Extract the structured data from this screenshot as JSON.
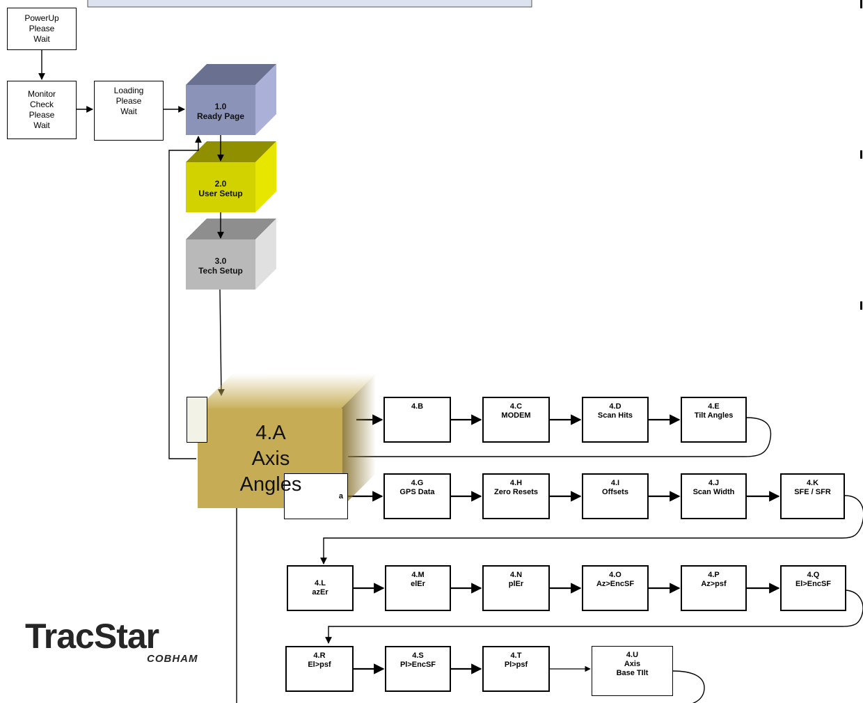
{
  "boot": {
    "powerup": "PowerUp\nPlease\nWait",
    "monitor": "Monitor\nCheck\nPlease\nWait",
    "loading": "Loading\nPlease\nWait"
  },
  "cubes": {
    "ready": "1.0\nReady Page",
    "user": "2.0\nUser Setup",
    "tech": "3.0\nTech Setup",
    "ready_color": "#8c93b8",
    "user_color": "#d2d200",
    "tech_color": "#b9b9b9",
    "highlight_color": "#c6ad55"
  },
  "highlight": {
    "label": "4.A\nAxis\nAngles",
    "behind_fragment": "a"
  },
  "row1": {
    "b": "4.B",
    "c": "4.C\nMODEM",
    "d": "4.D\nScan Hits",
    "e": "4.E\nTilt Angles"
  },
  "row2": {
    "g": "4.G\nGPS Data",
    "h": "4.H\nZero Resets",
    "i": "4.I\nOffsets",
    "j": "4.J\nScan Width",
    "k": "4.K\nSFE / SFR"
  },
  "row3": {
    "l": "4.L\nazEr",
    "m": "4.M\nelEr",
    "n": "4.N\nplEr",
    "o": "4.O\nAz>EncSF",
    "p": "4.P\nAz>psf",
    "q": "4.Q\nEl>EncSF"
  },
  "row4": {
    "r": "4.R\nEl>psf",
    "s": "4.S\nPl>EncSF",
    "t": "4.T\nPl>psf",
    "u": "4.U\nAxis\nBase TIlt"
  },
  "logo": {
    "main": "TracStar",
    "sub": "COBHAM"
  }
}
